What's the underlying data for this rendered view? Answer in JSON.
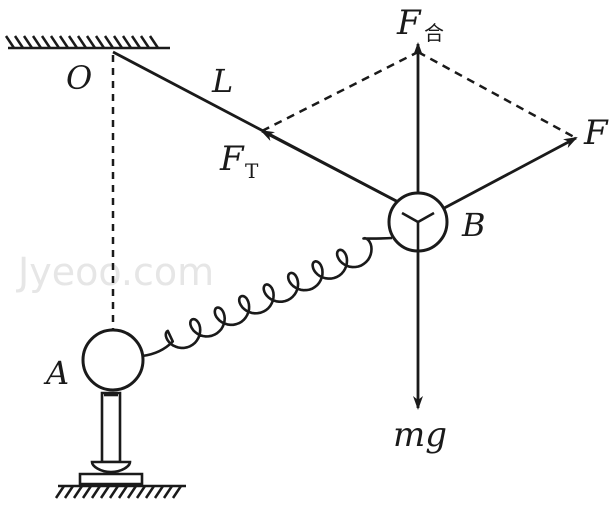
{
  "labels": {
    "pivot": "O",
    "length": "L",
    "tension": "F",
    "tension_sub": "T",
    "resultant": "F",
    "resultant_sub": "合",
    "force": "F",
    "ball_a": "A",
    "ball_b": "B",
    "weight": "mg"
  },
  "watermark": "Jyeoo.com",
  "colors": {
    "ink": "#1a1a1a",
    "watermark": "#e6e6e6"
  }
}
